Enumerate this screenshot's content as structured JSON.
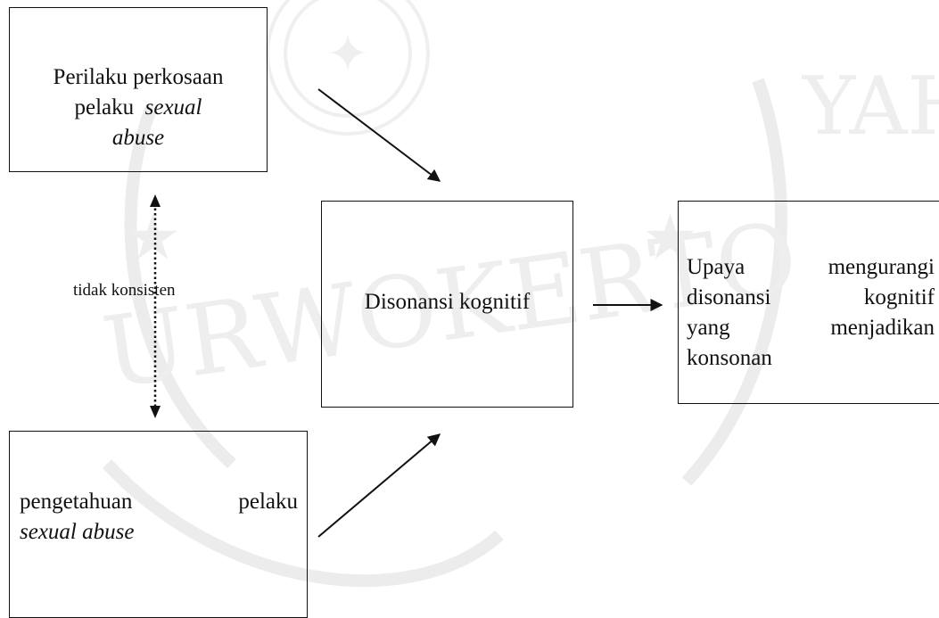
{
  "diagram": {
    "nodes": {
      "perilaku": {
        "line1": "Perilaku perkosaan",
        "line2_plain": "pelaku",
        "line2_italic": "sexual",
        "line3_italic": "abuse"
      },
      "pengetahuan": {
        "word1": "pengetahuan",
        "word2": "pelaku",
        "line2_italic": "sexual abuse"
      },
      "disonansi": {
        "label": "Disonansi kognitif"
      },
      "upaya": {
        "row1_left": "Upaya",
        "row1_right": "mengurangi",
        "row2_left": "disonansi",
        "row2_right": "kognitif",
        "row3_left": "yang",
        "row3_right": "menjadikan",
        "row4": "konsonan"
      }
    },
    "edge_label": "tidak konsisten",
    "edges": [
      {
        "from": "perilaku",
        "to": "disonansi",
        "style": "solid"
      },
      {
        "from": "pengetahuan",
        "to": "disonansi",
        "style": "solid"
      },
      {
        "from": "disonansi",
        "to": "upaya",
        "style": "solid"
      },
      {
        "from": "perilaku",
        "to": "pengetahuan",
        "style": "dotted",
        "bidirectional": true
      }
    ]
  }
}
